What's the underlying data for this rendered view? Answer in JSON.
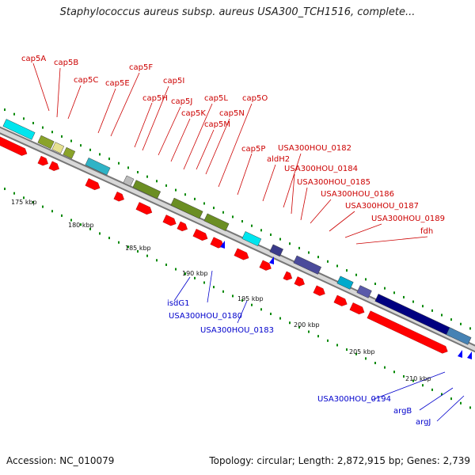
{
  "title": "Staphylococcus aureus subsp. aureus USA300_TCH1516, complete...",
  "accession": "Accession: NC_010079",
  "summary": "Topology: circular; Length: 2,872,915 bp; Genes: 2,739",
  "colors": {
    "gene_label_forward": "#cc0000",
    "gene_label_reverse": "#0000cc",
    "cds_forward": "#ff0000",
    "cds_reverse": "#0000ff",
    "backbone": "#bbbbbb",
    "tick": "#008800"
  },
  "labels_forward": [
    "cap5A",
    "cap5B",
    "cap5C",
    "cap5E",
    "cap5F",
    "cap5I",
    "cap5H",
    "cap5J",
    "cap5L",
    "cap5K",
    "cap5N",
    "cap5M",
    "cap5O",
    "cap5P",
    "aldH2",
    "USA300HOU_0182",
    "USA300HOU_0184",
    "USA300HOU_0185",
    "USA300HOU_0186",
    "USA300HOU_0187",
    "USA300HOU_0189",
    "fdh"
  ],
  "labels_reverse": [
    "isdG1",
    "USA300HOU_0180",
    "USA300HOU_0183",
    "USA300HOU_0194",
    "argB",
    "argJ"
  ],
  "kbp_ticks": [
    "175 kbp",
    "180 kbp",
    "185 kbp",
    "190 kbp",
    "195 kbp",
    "200 kbp",
    "205 kbp",
    "210 kbp"
  ]
}
